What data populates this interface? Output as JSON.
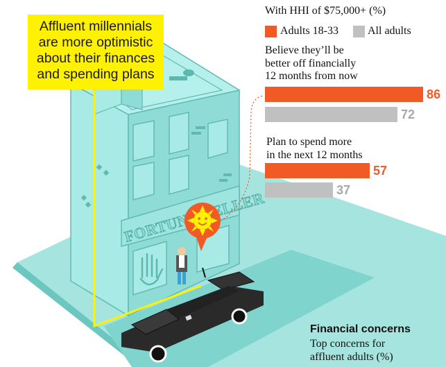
{
  "callout": {
    "lines": [
      "Affluent millennials",
      "are more optimistic",
      "about their finances",
      "and spending plans"
    ]
  },
  "sign": {
    "text": "FORTUNE TELLER"
  },
  "chart_data": {
    "type": "bar",
    "title": "With HHI of $75,000+ (%)",
    "legend": [
      {
        "name": "Adults 18-33",
        "color": "#f15a24"
      },
      {
        "name": "All adults",
        "color": "#c0c0c0"
      }
    ],
    "xlim": [
      0,
      86
    ],
    "groups": [
      {
        "question_lines": [
          "Believe they’ll be",
          "better off financially",
          "12 months from now"
        ],
        "values": [
          86,
          72
        ]
      },
      {
        "question_lines": [
          "Plan to spend more",
          "in the next 12 months"
        ],
        "values": [
          57,
          37
        ]
      }
    ]
  },
  "financial_concerns": {
    "title": "Financial concerns",
    "subtitle_lines": [
      "Top concerns for",
      "affluent adults (%)"
    ]
  },
  "colors": {
    "orange": "#f15a24",
    "gray": "#c0c0c0",
    "gray_label": "#a8a8a8",
    "teal": "#8fdcd6",
    "yellow": "#fff200"
  }
}
